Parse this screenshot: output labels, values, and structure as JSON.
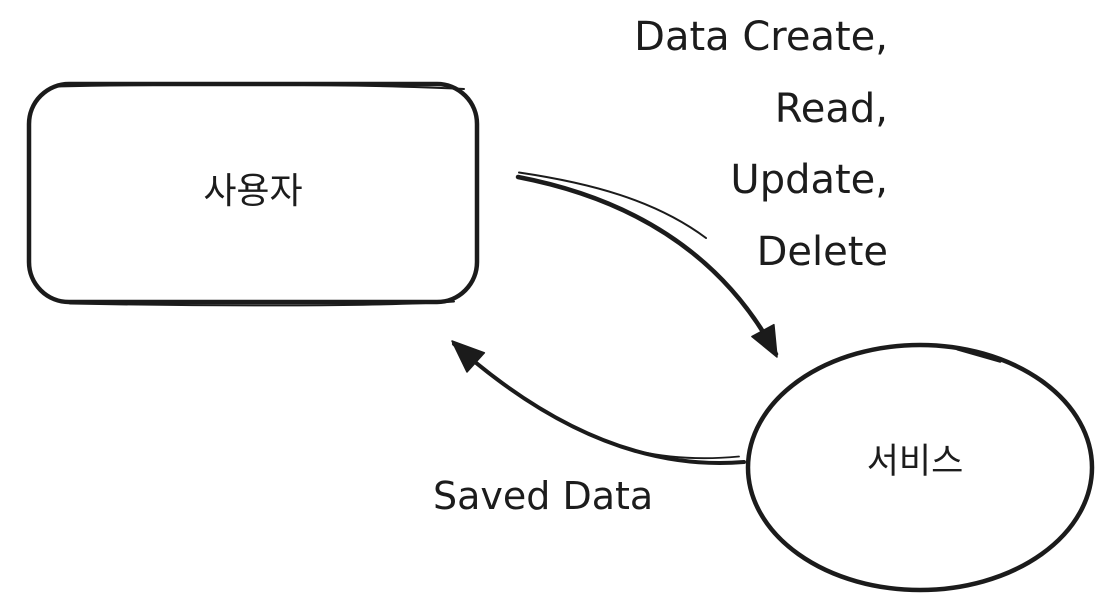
{
  "diagram": {
    "background_color": "#ffffff",
    "stroke_color": "#1b1b1b",
    "style": "hand-drawn",
    "nodes": [
      {
        "id": "user",
        "shape": "rounded-rectangle",
        "label": "사용자"
      },
      {
        "id": "service",
        "shape": "ellipse",
        "label": "서비스"
      }
    ],
    "edges": [
      {
        "from": "user",
        "to": "service",
        "direction": "down-right",
        "label_lines": [
          "Data Create,",
          "Read,",
          "Update,",
          "Delete"
        ]
      },
      {
        "from": "service",
        "to": "user",
        "direction": "up-left",
        "label": "Saved Data"
      }
    ]
  }
}
